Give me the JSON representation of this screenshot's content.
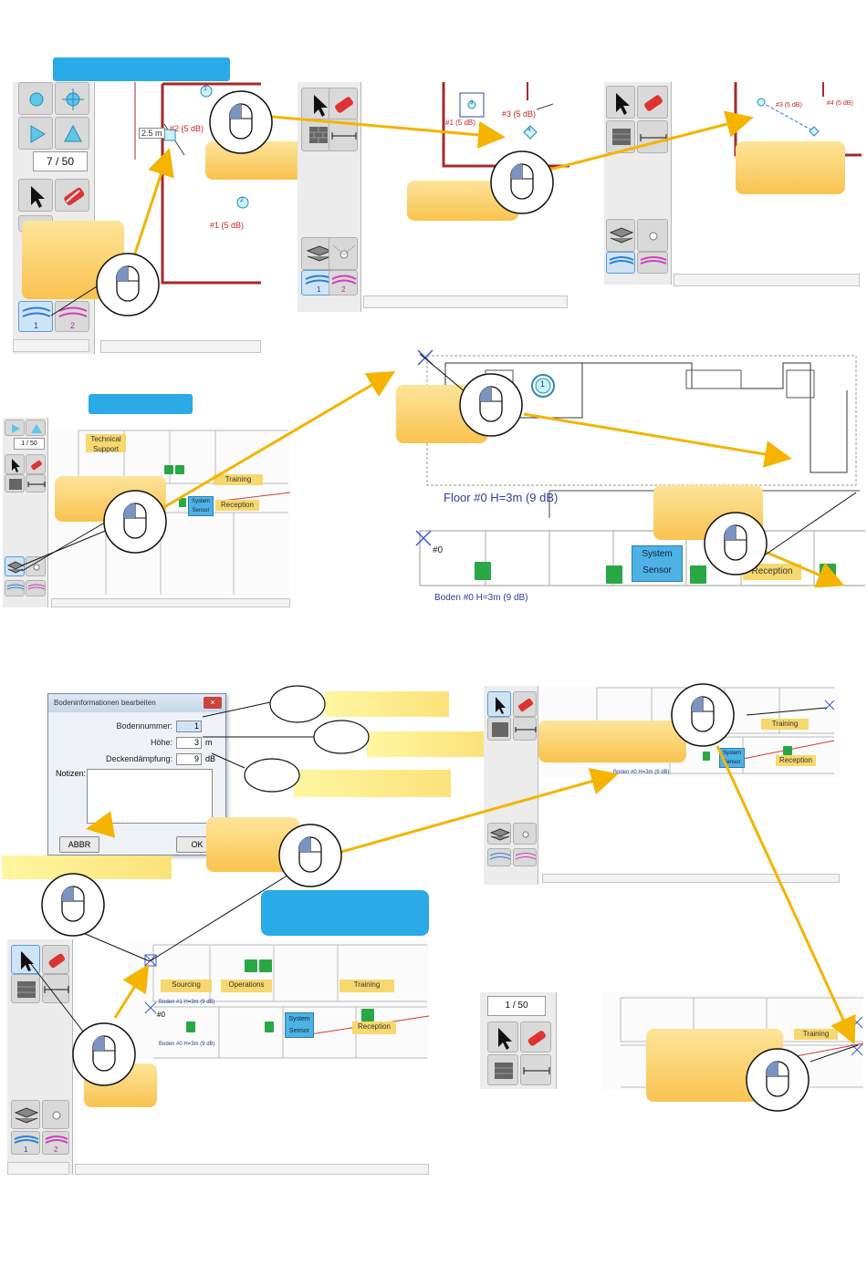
{
  "page_map": {
    "count_label": "7 / 50",
    "count_label_small": "1 / 50",
    "distance_label": "2.5 m",
    "wall_labels": {
      "w2": "#2 (5 dB)",
      "w1": "#1 (5 dB)",
      "w3": "#3 (5 dB)",
      "w4": "#4 (5 dB)",
      "w1_short": "#1 (5 dB)"
    },
    "layer_numbers": {
      "one": "1",
      "two": "2"
    },
    "marker_numbers": {
      "m1": "1",
      "m2": "2",
      "m3": "3",
      "m4": "4"
    }
  },
  "floor_plan": {
    "floor_caption_en": "Floor #0 H=3m (9 dB)",
    "floor_caption_de": "Boden #0 H=3m (9 dB)",
    "floor_caption_de_small": "Boden #0 H=3m (9 dB)",
    "floor_caption_de1": "Boden #1 H=3m (9 dB)",
    "floor_tag": "#0",
    "rooms": {
      "technical_support": "Technical Support",
      "training": "Training",
      "reception": "Reception",
      "sourcing": "Sourcing",
      "operations": "Operations",
      "system_sensor": "System Sensor",
      "system": "System",
      "sensor": "Sensor"
    }
  },
  "dialog": {
    "title": "Bodeninformationen bearbeiten",
    "fields": {
      "floor_number_label": "Bodennummer:",
      "floor_number_value": "1",
      "height_label": "Höhe:",
      "height_value": "3",
      "height_unit": "m",
      "ceiling_label": "Deckendämpfung:",
      "ceiling_value": "9",
      "ceiling_unit": "dB"
    },
    "notes_label": "Notizen:",
    "cancel_label": "ABBR",
    "ok_label": "OK"
  },
  "colors": {
    "banner_blue": "#2aaae6",
    "arrow_gold": "#f5b400",
    "wall_red": "#a52a2a",
    "callout_gold": "#f9c34f",
    "sensor_blue": "#4db2e6",
    "exit_green": "#29a745"
  },
  "icons": {
    "select_tool": "arrow-cursor-icon",
    "delete_tool": "eraser-icon",
    "wall_tool": "brick-wall-icon",
    "measure_tool": "measure-icon",
    "layers_tool": "layers-icon",
    "mouse": "mouse-click-icon"
  }
}
